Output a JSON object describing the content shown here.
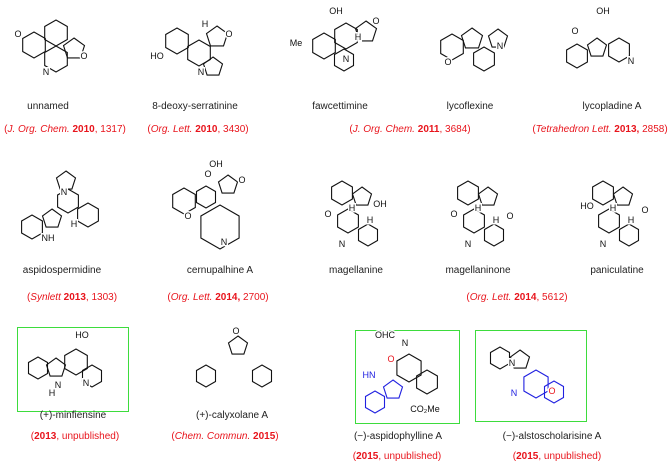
{
  "colors": {
    "reference": "#e8141c",
    "highlight_box": "#3ddc3d",
    "bond": "#111111",
    "blue_bond": "#2020e0",
    "red_atom": "#e8141c"
  },
  "molecules": [
    {
      "name": "unnamed",
      "ref": {
        "journal": "J. Org. Chem.",
        "year": "2010",
        "pages": ", 1317"
      },
      "atoms": [
        "O",
        "O",
        "N"
      ]
    },
    {
      "name": "8-deoxy-serratinine",
      "ref": {
        "journal": "Org. Lett.",
        "year": "2010",
        "pages": ", 3430"
      },
      "atoms": [
        "HO",
        "N",
        "O",
        "H"
      ]
    },
    {
      "name": "fawcettimine",
      "ref": {
        "journal": "J. Org. Chem.",
        "year": "2011",
        "pages": ", 3684"
      },
      "atoms": [
        "OH",
        "O",
        "N",
        "Me",
        "H"
      ]
    },
    {
      "name": "lycoflexine",
      "ref": {
        "journal": "",
        "year": "",
        "pages": ""
      },
      "atoms": [
        "O",
        "N"
      ]
    },
    {
      "name": "lycopladine A",
      "ref": {
        "journal": "Tetrahedron Lett.",
        "year": "2013,",
        "pages": " 2858"
      },
      "atoms": [
        "OH",
        "O",
        "N"
      ]
    },
    {
      "name": "aspidospermidine",
      "ref": {
        "journal": "Synlett",
        "year": " 2013",
        "pages": ", 1303"
      },
      "atoms": [
        "N",
        "NH",
        "H"
      ]
    },
    {
      "name": "cernupalhine A",
      "ref": {
        "journal": "Org. Lett.",
        "year": "2014,",
        "pages": " 2700"
      },
      "atoms": [
        "OH",
        "O",
        "O",
        "O",
        "N"
      ]
    },
    {
      "name": "magellanine",
      "ref": {
        "journal": "",
        "year": "",
        "pages": ""
      },
      "atoms": [
        "O",
        "OH",
        "N",
        "H",
        "H"
      ]
    },
    {
      "name": "magellaninone",
      "ref": {
        "journal": "Org. Lett.",
        "year": "2014",
        "pages": ", 5612"
      },
      "atoms": [
        "O",
        "O",
        "N",
        "H",
        "H"
      ]
    },
    {
      "name": "paniculatine",
      "ref": {
        "journal": "",
        "year": "",
        "pages": ""
      },
      "atoms": [
        "HO",
        "O",
        "N",
        "H",
        "H"
      ]
    },
    {
      "name": "(+)-minfiensine",
      "ref": {
        "journal": "",
        "year": "2013",
        "pages": ", unpublished"
      },
      "atoms": [
        "HO",
        "N",
        "N",
        "H"
      ]
    },
    {
      "name": "(+)-calyxolane A",
      "ref": {
        "journal": "Chem. Commun.",
        "year": "2015",
        "pages": ""
      },
      "atoms": [
        "O"
      ]
    },
    {
      "name": "(−)-aspidophylline A",
      "ref": {
        "journal": "",
        "year": "2015",
        "pages": ", unpublished"
      },
      "atoms": [
        "OHC",
        "N",
        "O",
        "HN",
        "CO₂Me"
      ]
    },
    {
      "name": "(−)-alstoscholarisine A",
      "ref": {
        "journal": "",
        "year": "2015",
        "pages": ", unpublished"
      },
      "atoms": [
        "N",
        "N",
        "O"
      ]
    }
  ]
}
